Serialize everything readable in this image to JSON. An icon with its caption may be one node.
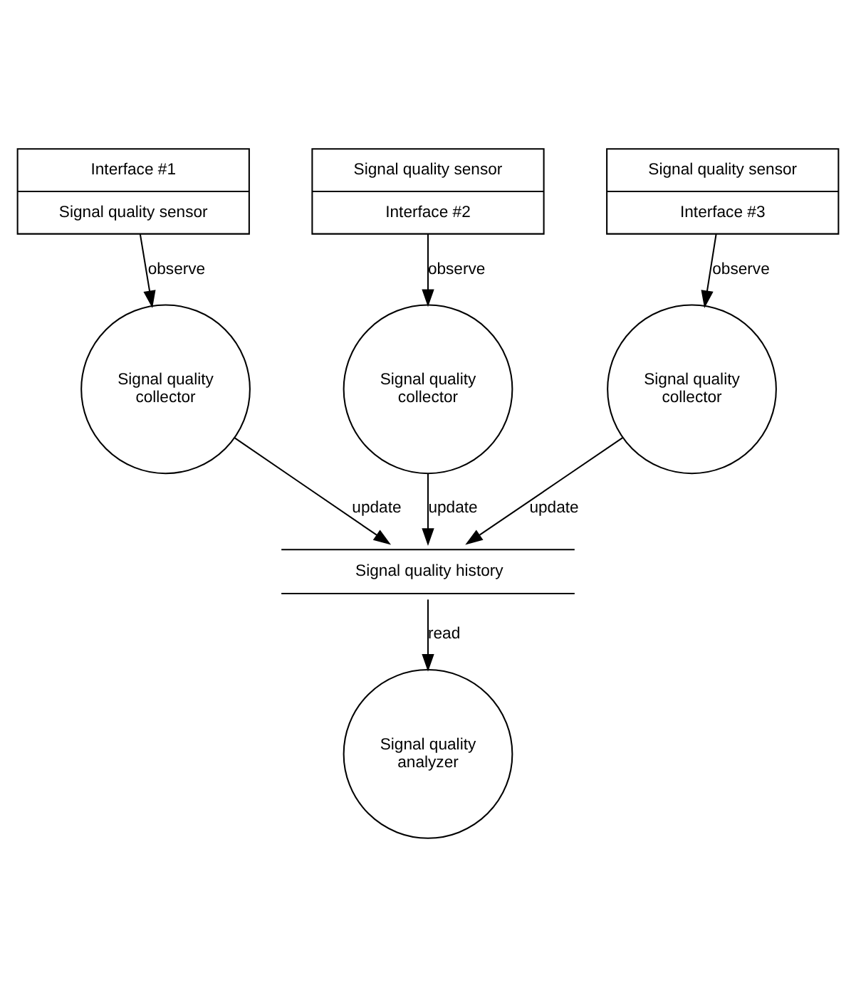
{
  "diagram": {
    "nodes": [
      {
        "text": [
          "Interface #1",
          "Signal quality sensor"
        ]
      },
      {
        "text": [
          "Signal quality collector"
        ]
      },
      {
        "text": [
          "Signal quality analyzer"
        ]
      },
      {
        "text": [
          "Signal quality history"
        ]
      },
      {
        "text": [
          "Signal quality collector"
        ]
      },
      {
        "text": [
          "Signal quality collector"
        ]
      },
      {
        "text": [
          "Signal quality sensor",
          "Interface #2"
        ]
      },
      {
        "text": [
          "Signal quality sensor",
          "Interface #3"
        ]
      }
    ],
    "edges": [
      {
        "from": 0,
        "to": 1,
        "arrow": "to",
        "label": "observe"
      },
      {
        "from": 1,
        "to": 3,
        "arrow": "to",
        "label": "update"
      },
      {
        "from": 3,
        "to": 2,
        "arrow": "to",
        "label": "read"
      },
      {
        "from": 4,
        "to": 3,
        "arrow": "to",
        "label": "update"
      },
      {
        "from": 5,
        "to": 3,
        "arrow": "to",
        "label": "update"
      },
      {
        "from": 6,
        "to": 4,
        "arrow": "to",
        "label": "observe"
      },
      {
        "from": 7,
        "to": 5,
        "arrow": "to",
        "label": "observe"
      }
    ]
  }
}
